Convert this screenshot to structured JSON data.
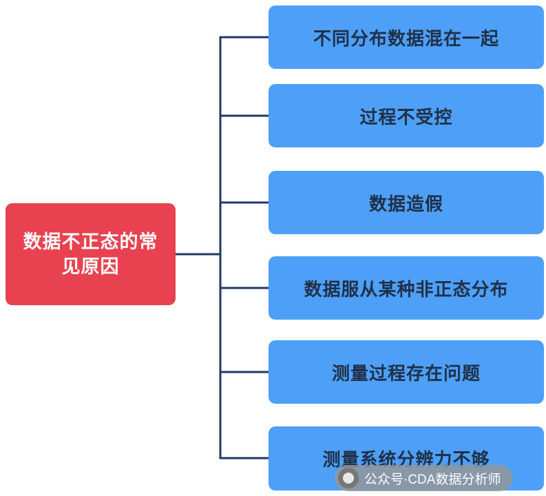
{
  "root": {
    "label": "数据不正态的常见原因"
  },
  "nodes": [
    {
      "label": "不同分布数据混在一起"
    },
    {
      "label": "过程不受控"
    },
    {
      "label": "数据造假"
    },
    {
      "label": "数据服从某种非正态分布"
    },
    {
      "label": "测量过程存在问题"
    },
    {
      "label": "测量系统分辨力不够"
    }
  ],
  "watermark": {
    "text": "公众号·CDA数据分析师"
  },
  "colors": {
    "root_bg": "#E8414F",
    "root_text": "#FFFFFF",
    "branch_bg": "#4D9FF7",
    "branch_text": "#1F3048",
    "connector_line": "#1F3864",
    "watermark_bg": "#969696"
  }
}
